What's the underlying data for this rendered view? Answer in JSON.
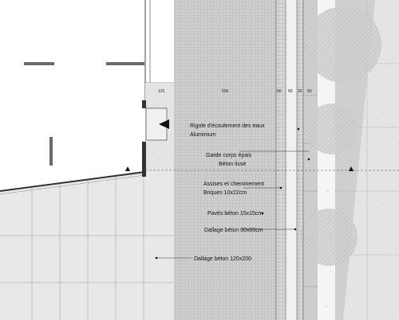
{
  "dimensions": [
    "125",
    "500",
    "50",
    "60",
    "20",
    "50"
  ],
  "annotations": {
    "rigole": [
      "Rigole d'écoulement des eaux",
      "Aluminium"
    ],
    "garde_corps": [
      "Garde corps épais",
      "Béton lissé"
    ],
    "assises": [
      "Assises et cheminement",
      "Briques 10x22cm"
    ],
    "paves": "Pavés béton 15x15cm",
    "dallage_small": "Dallage béton 30x60cm",
    "dallage_large": "Dallage béton 120x200"
  },
  "colors": {
    "paving": "#d4d4d4",
    "brick": "#c8c8c8",
    "concrete": "#e2e2e2",
    "trees": "#bdbdbd",
    "line": "#555555"
  }
}
